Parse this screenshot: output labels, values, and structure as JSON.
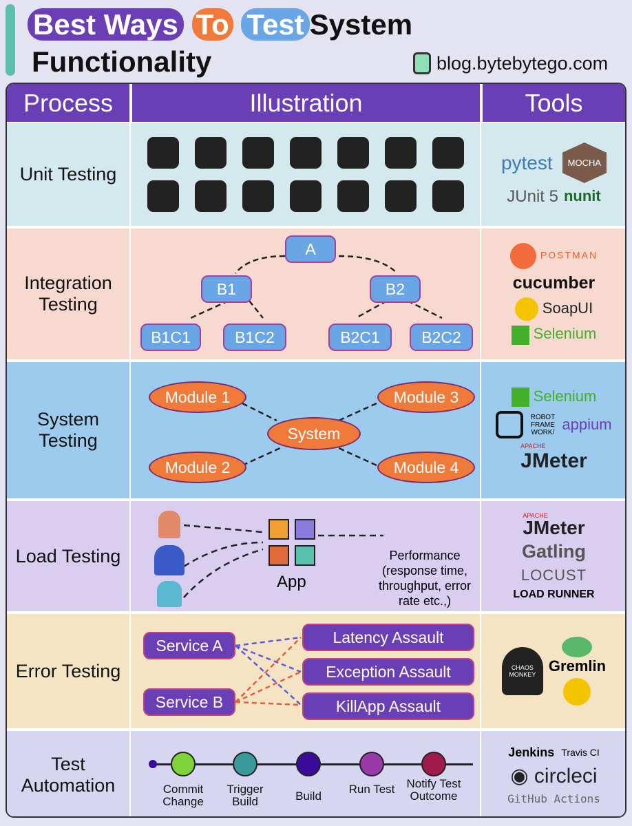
{
  "title": {
    "part1": "Best Ways",
    "part2": "To",
    "part3": "Test",
    "part4": "System",
    "line2": "Functionality"
  },
  "brand": {
    "site": "blog.bytebytego.com",
    "icon": "bytebytego-logo-icon"
  },
  "header": {
    "process": "Process",
    "illustration": "Illustration",
    "tools": "Tools"
  },
  "colors": {
    "header": "#6a3fb6",
    "unit": "#d4e9ee",
    "integration": "#f7d9cf",
    "system": "#9dcbee",
    "load": "#d9cdf0",
    "error": "#f4e4c3",
    "automation": "#d6d6f0"
  },
  "rows": {
    "unit": {
      "process": "Unit Testing",
      "tools": [
        "pytest",
        "MOCHA",
        "JUnit 5",
        "nunit"
      ]
    },
    "integration": {
      "process": "Integration Testing",
      "nodes": [
        "A",
        "B1",
        "B2",
        "B1C1",
        "B1C2",
        "B2C1",
        "B2C2"
      ],
      "tools": [
        "POSTMAN",
        "cucumber",
        "SoapUI",
        "Selenium"
      ]
    },
    "system": {
      "process": "System Testing",
      "modules": [
        "Module 1",
        "Module 2",
        "Module 3",
        "Module 4"
      ],
      "center": "System",
      "tools": [
        "Selenium",
        "ROBOT FRAME WORK/",
        "appium",
        "APACHE",
        "JMeter"
      ]
    },
    "load": {
      "process": "Load Testing",
      "app": "App",
      "result": "Performance (response time, throughput, error rate etc.,)",
      "tools": [
        "APACHE",
        "JMeter",
        "Gatling",
        "LOCUST",
        "LOAD RUNNER"
      ]
    },
    "error": {
      "process": "Error Testing",
      "services": [
        "Service A",
        "Service B"
      ],
      "assaults": [
        "Latency Assault",
        "Exception Assault",
        "KillApp Assault"
      ],
      "tools": [
        "Gremlin",
        "CHAOS MONKEY"
      ]
    },
    "automation": {
      "process": "Test Automation",
      "steps": [
        {
          "label": "Commit Change",
          "color": "#7ed23a"
        },
        {
          "label": "Trigger Build",
          "color": "#3a9a9a"
        },
        {
          "label": "Build",
          "color": "#3a0a9a"
        },
        {
          "label": "Run Test",
          "color": "#9a3aaa"
        },
        {
          "label": "Notify Test Outcome",
          "color": "#a01a4a"
        }
      ],
      "tools": [
        "Jenkins",
        "Travis CI",
        "circleci",
        "GitHub Actions"
      ]
    }
  }
}
